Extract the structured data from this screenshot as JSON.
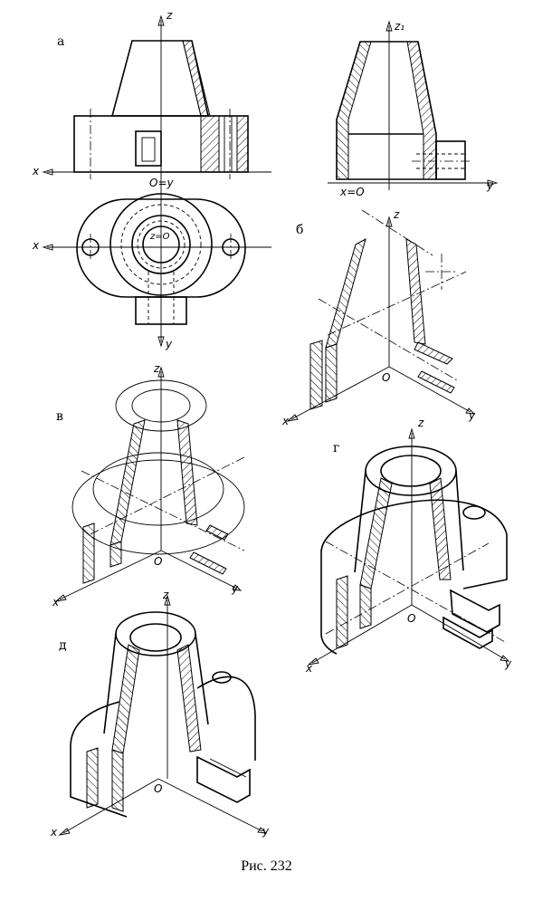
{
  "panels": {
    "a": "а",
    "b": "б",
    "v": "в",
    "g": "г",
    "d": "д"
  },
  "axes": {
    "z": "z",
    "z1": "z₁",
    "x": "x",
    "y": "y",
    "origin_front": "O=y",
    "origin_side": "x=O",
    "origin_plan": "z=O",
    "O": "O"
  },
  "caption": "Рис. 232"
}
